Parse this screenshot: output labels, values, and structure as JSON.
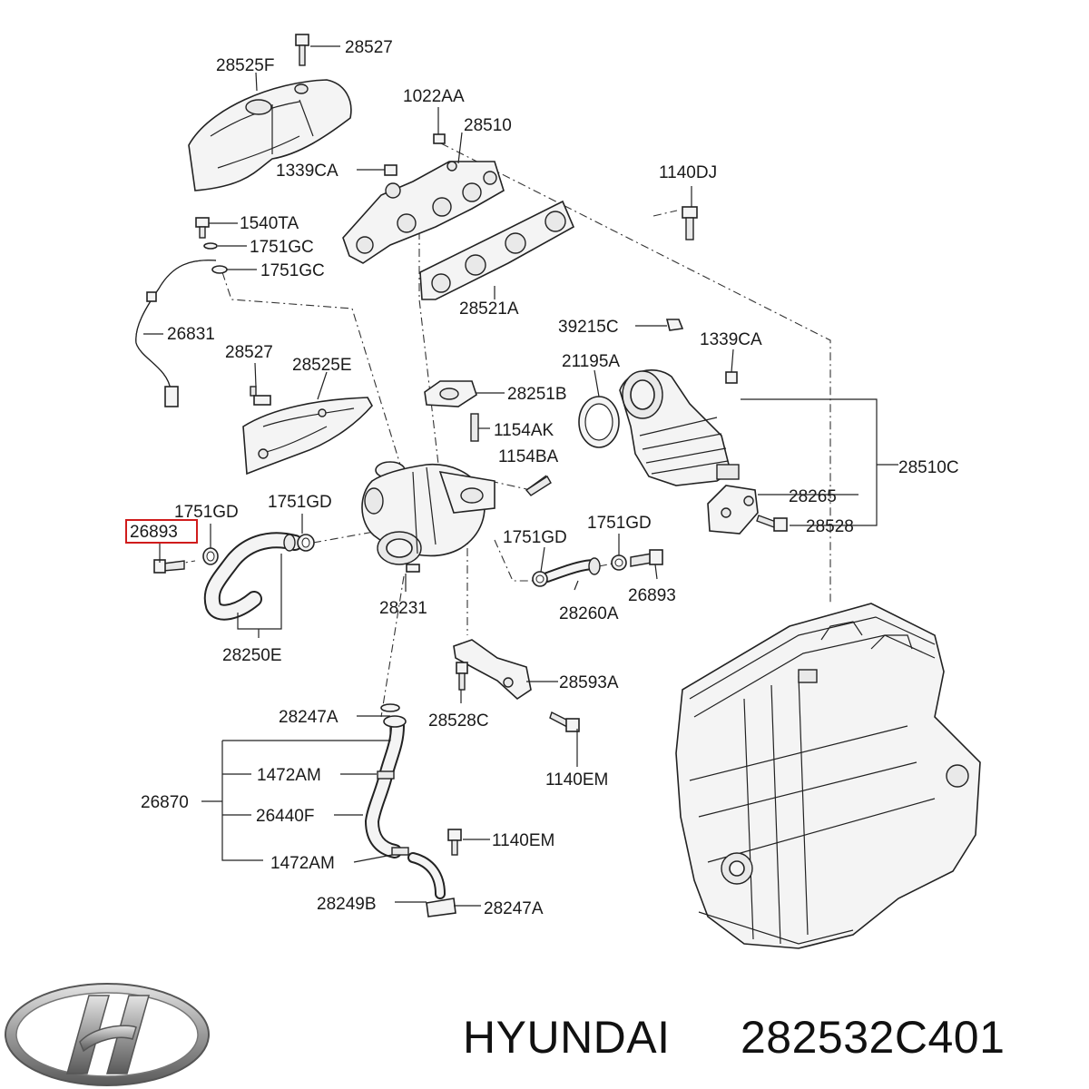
{
  "labels": {
    "p28527_top": "28527",
    "p28525F": "28525F",
    "p1022AA": "1022AA",
    "p28510": "28510",
    "p1339CA_top": "1339CA",
    "p1140DJ": "1140DJ",
    "p1540TA": "1540TA",
    "p1751GC_a": "1751GC",
    "p1751GC_b": "1751GC",
    "p28521A": "28521A",
    "p26831": "26831",
    "p39215C": "39215C",
    "p1339CA_right": "1339CA",
    "p28527_mid": "28527",
    "p28525E": "28525E",
    "p21195A": "21195A",
    "p28251B": "28251B",
    "p1154AK": "1154AK",
    "p1154BA": "1154BA",
    "p28510C": "28510C",
    "p1751GD_a": "1751GD",
    "p1751GD_b": "1751GD",
    "p26893_highlighted": "26893",
    "p28265": "28265",
    "p1751GD_c": "1751GD",
    "p1751GD_d": "1751GD",
    "p28528": "28528",
    "p28231": "28231",
    "p26893": "26893",
    "p28260A": "28260A",
    "p28250E": "28250E",
    "p28593A": "28593A",
    "p28247A_top": "28247A",
    "p28528C": "28528C",
    "p1472AM_a": "1472AM",
    "p1140EM_a": "1140EM",
    "p26870": "26870",
    "p26440F": "26440F",
    "p1140EM_b": "1140EM",
    "p1472AM_b": "1472AM",
    "p28249B": "28249B",
    "p28247A_bottom": "28247A"
  },
  "caption": {
    "brand": "HYUNDAI",
    "part_number": "282532C401"
  },
  "highlight_color": "#d01c1c",
  "logo_icon": "hyundai-logo-icon"
}
